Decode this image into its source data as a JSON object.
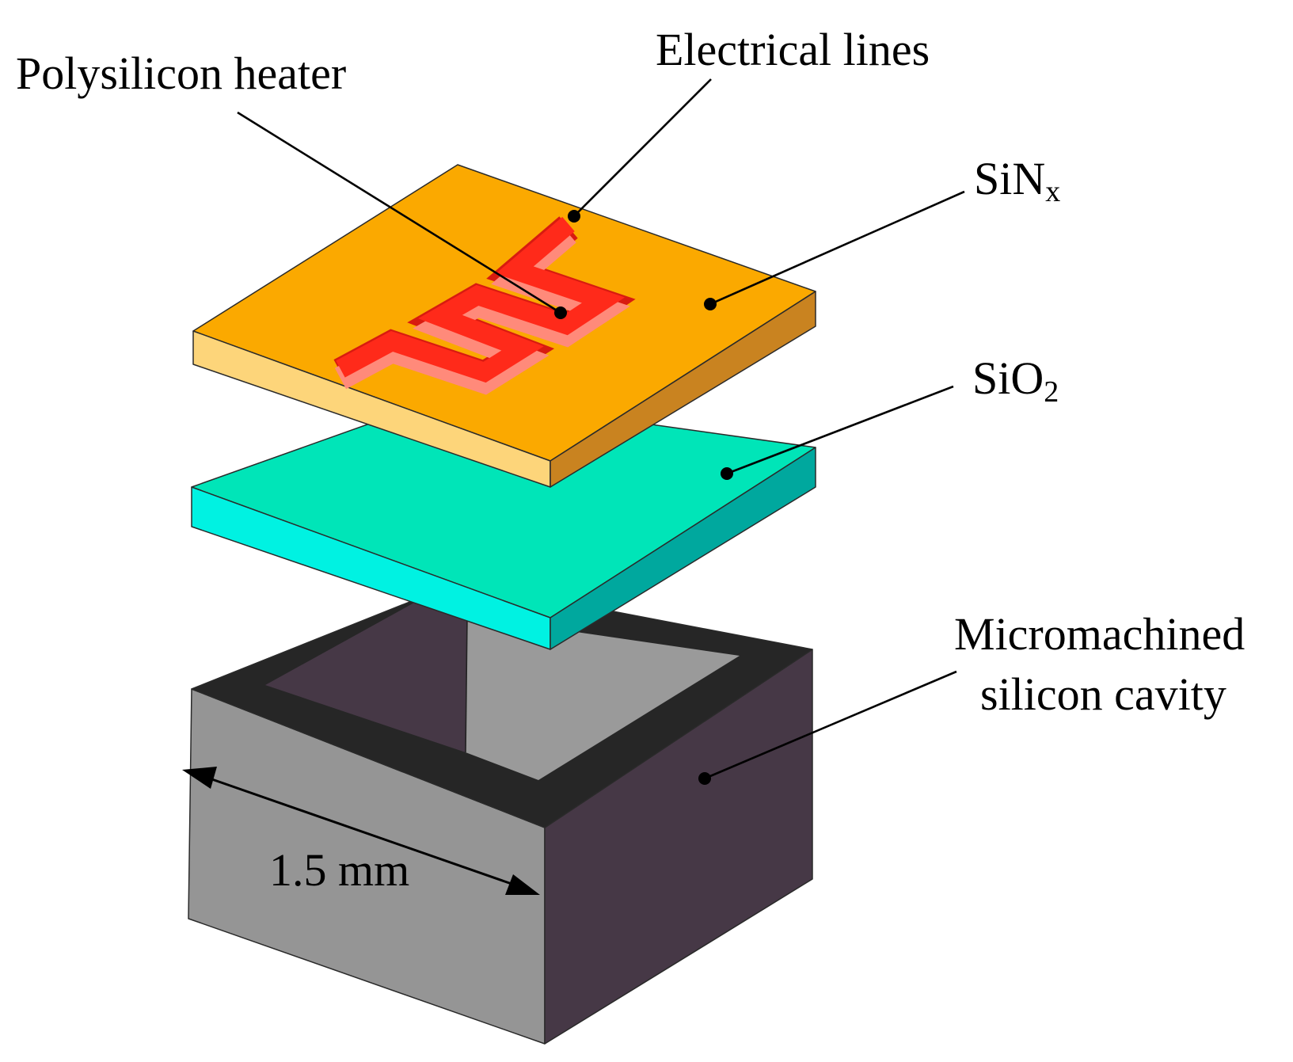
{
  "labels": {
    "polysilicon_heater": "Polysilicon heater",
    "electrical_lines": "Electrical lines",
    "sinx": {
      "base": "SiN",
      "sub": "x"
    },
    "sio2": {
      "base": "SiO",
      "sub": "2"
    },
    "cavity_line1": "Micromachined",
    "cavity_line2": "silicon cavity",
    "dimension": "1.5 mm"
  },
  "colors": {
    "sinx_top": "#FBA900",
    "sinx_left": "#FDD57A",
    "sinx_right": "#C98320",
    "heater_top": "#FF2A1A",
    "heater_side": "#FF8A7A",
    "heater_dark": "#D81B10",
    "sio2_top": "#00E5B8",
    "sio2_left": "#00F2E2",
    "sio2_right": "#00A89E",
    "cavity_rim": "#262626",
    "cavity_front": "#959595",
    "cavity_side": "#463846",
    "cavity_inner_light": "#9A9A9A",
    "cavity_inner_dark": "#463846"
  }
}
